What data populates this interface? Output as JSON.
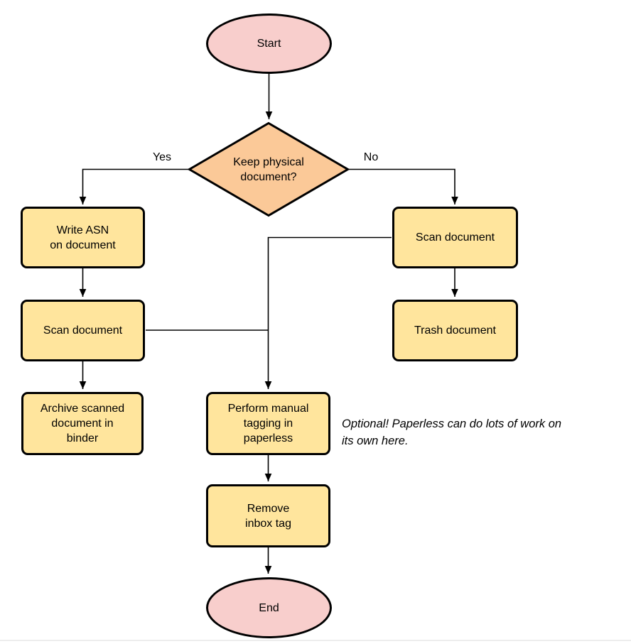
{
  "colors": {
    "terminal_fill": "#F8CECC",
    "decision_fill": "#FBC998",
    "process_fill": "#FFE59D",
    "stroke_color": "#000000",
    "line_color": "#000000"
  },
  "flowchart": {
    "nodes": {
      "start": {
        "label": "Start"
      },
      "decision": {
        "label": "Keep physical\ndocument?"
      },
      "write_asn": {
        "label": "Write ASN\non document"
      },
      "scan_left": {
        "label": "Scan document"
      },
      "archive": {
        "label": "Archive scanned\ndocument in\nbinder"
      },
      "scan_right": {
        "label": "Scan document"
      },
      "trash": {
        "label": "Trash document"
      },
      "tagging": {
        "label": "Perform manual\ntagging in\npaperless"
      },
      "remove_inbox": {
        "label": "Remove\ninbox tag"
      },
      "end": {
        "label": "End"
      }
    },
    "edge_labels": {
      "yes": "Yes",
      "no": "No"
    },
    "annotation": "Optional! Paperless can do lots of work on\nits own here."
  }
}
